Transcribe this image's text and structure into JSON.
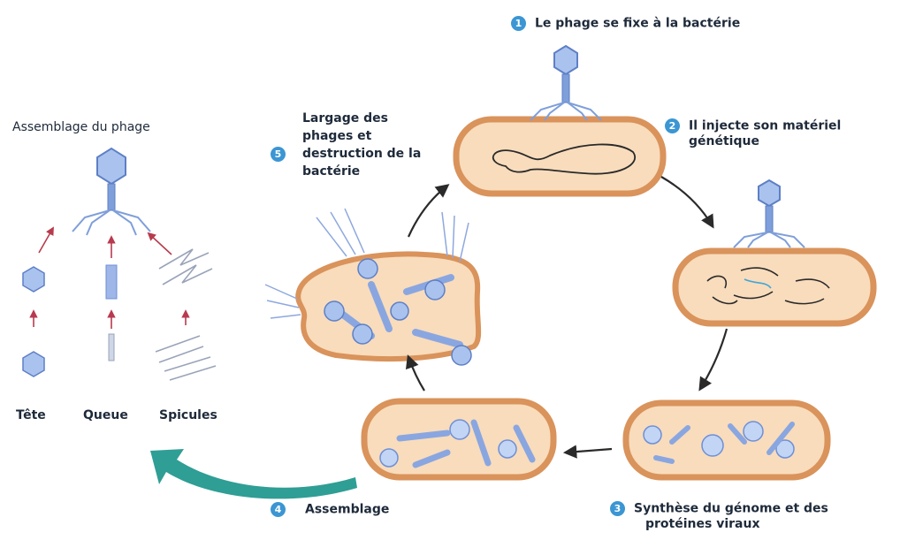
{
  "steps": [
    {
      "number": "1",
      "text": "Le phage se fixe à la bactérie"
    },
    {
      "number": "2",
      "lines": [
        "Il injecte son matériel",
        "génétique"
      ]
    },
    {
      "number": "3",
      "lines": [
        "Synthèse du génome et des",
        "protéines viraux"
      ]
    },
    {
      "number": "4",
      "text": "Assemblage"
    },
    {
      "number": "5",
      "lines": [
        "Largage des",
        "phages et",
        "destruction de la",
        "bactérie"
      ]
    }
  ],
  "assembly": {
    "title": "Assemblage du phage",
    "parts": [
      "Tête",
      "Queue",
      "Spicules"
    ]
  },
  "colors": {
    "badge": "#3b96d3",
    "cell_fill": "#f8dcbc",
    "cell_wall": "#d9935b",
    "phage": "#7f9fda",
    "cycle_arrow": "#2a2a2a",
    "part_arrow": "#b83a4e",
    "big_arrow": "#2f9e95"
  }
}
